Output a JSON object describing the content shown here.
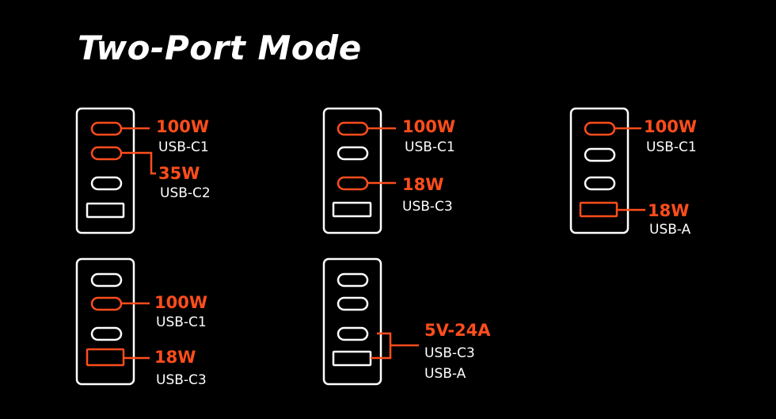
{
  "title": "Two-Port Mode",
  "colors": {
    "active": "#ff4d1c",
    "inactive": "#ffffff",
    "background": "#000000"
  },
  "configs": [
    {
      "active_ports": [
        "c1",
        "c2"
      ],
      "labels": [
        {
          "watt": "100W",
          "port": "USB-C1"
        },
        {
          "watt": "35W",
          "port": "USB-C2"
        }
      ]
    },
    {
      "active_ports": [
        "c1",
        "c3"
      ],
      "labels": [
        {
          "watt": "100W",
          "port": "USB-C1"
        },
        {
          "watt": "18W",
          "port": "USB-C3"
        }
      ]
    },
    {
      "active_ports": [
        "c1",
        "a"
      ],
      "labels": [
        {
          "watt": "100W",
          "port": "USB-C1"
        },
        {
          "watt": "18W",
          "port": "USB-A"
        }
      ]
    },
    {
      "active_ports": [
        "c2",
        "a"
      ],
      "labels": [
        {
          "watt": "100W",
          "port": "USB-C1"
        },
        {
          "watt": "18W",
          "port": "USB-C3"
        }
      ]
    },
    {
      "active_ports": [],
      "labels": [
        {
          "watt": "5V-24A",
          "port": "USB-C3",
          "port2": "USB-A"
        }
      ]
    }
  ]
}
